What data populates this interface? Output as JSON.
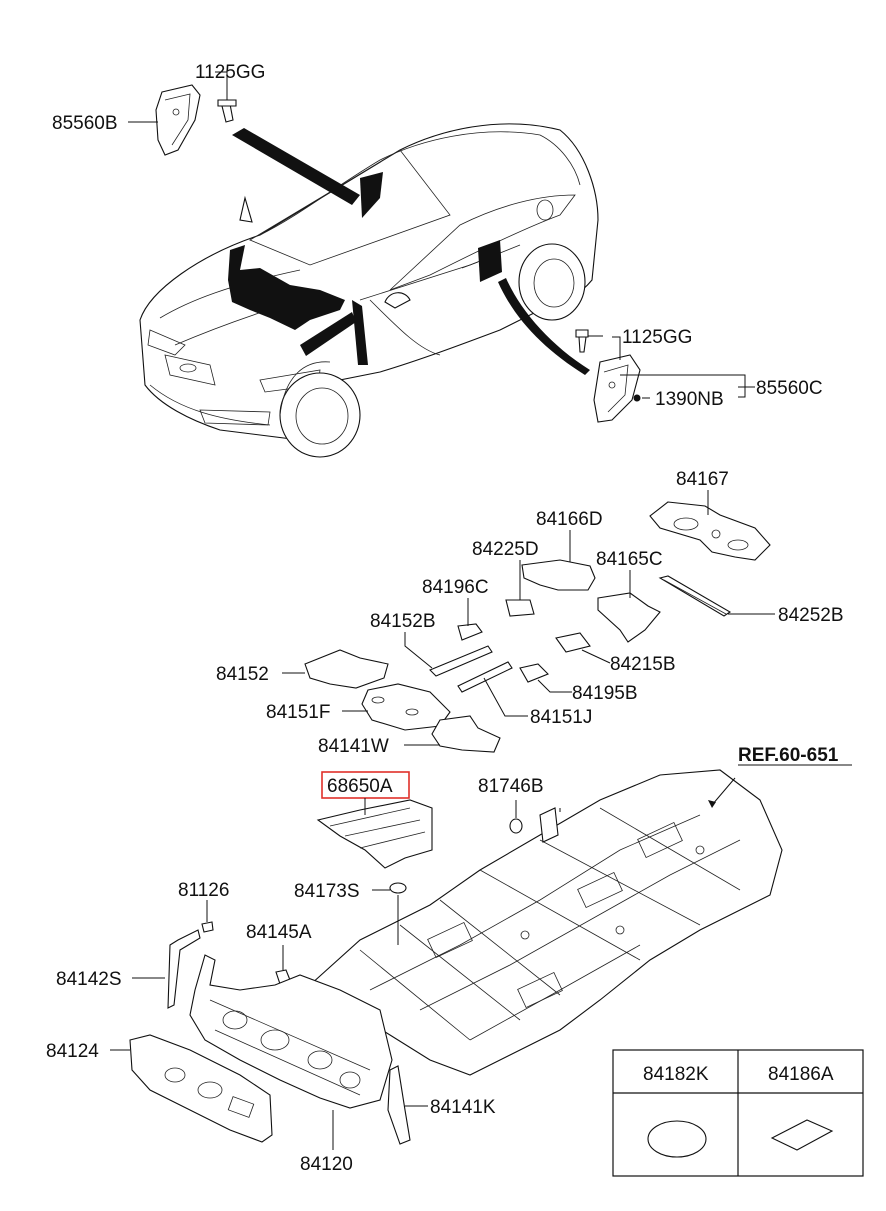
{
  "labels": {
    "l1125gg_top": "1125GG",
    "l85560b": "85560B",
    "l1125gg_right": "1125GG",
    "l85560c": "85560C",
    "l1390nb": "1390NB",
    "l84167": "84167",
    "l84166d": "84166D",
    "l84225d": "84225D",
    "l84165c": "84165C",
    "l84196c": "84196C",
    "l84252b": "84252B",
    "l84152b": "84152B",
    "l84215b": "84215B",
    "l84152": "84152",
    "l84195b": "84195B",
    "l84151f": "84151F",
    "l84151j": "84151J",
    "l84141w": "84141W",
    "l68650a": "68650A",
    "l81746b": "81746B",
    "lref": "REF.60-651",
    "l81126": "81126",
    "l84173s": "84173S",
    "l84145a": "84145A",
    "l84142s": "84142S",
    "l84124": "84124",
    "l84141k": "84141K",
    "l84120": "84120"
  },
  "legend_table": {
    "col1_header": "84182K",
    "col2_header": "84186A"
  },
  "colors": {
    "highlight_box": "#e0302a",
    "ink": "#111111"
  }
}
